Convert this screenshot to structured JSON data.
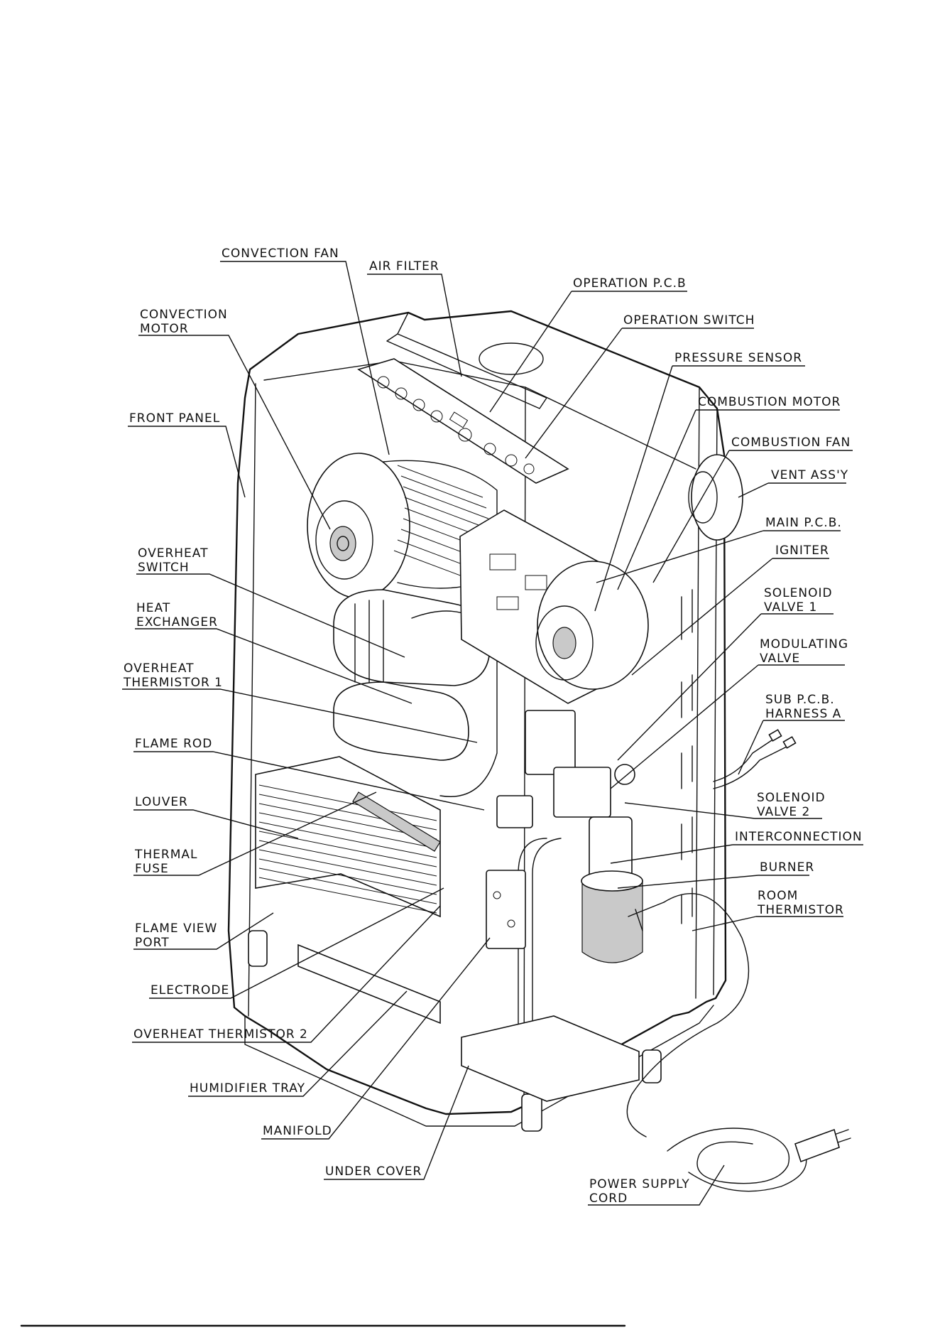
{
  "labels": [
    {
      "id": "convection-fan",
      "lines": [
        "CONVECTION FAN"
      ]
    },
    {
      "id": "air-filter",
      "lines": [
        "AIR FILTER"
      ]
    },
    {
      "id": "operation-pcb",
      "lines": [
        "OPERATION P.C.B"
      ]
    },
    {
      "id": "convection-motor",
      "lines": [
        "CONVECTION",
        "MOTOR"
      ]
    },
    {
      "id": "operation-switch",
      "lines": [
        "OPERATION SWITCH"
      ]
    },
    {
      "id": "pressure-sensor",
      "lines": [
        "PRESSURE SENSOR"
      ]
    },
    {
      "id": "front-panel",
      "lines": [
        "FRONT PANEL"
      ]
    },
    {
      "id": "combustion-motor",
      "lines": [
        "COMBUSTION MOTOR"
      ]
    },
    {
      "id": "combustion-fan",
      "lines": [
        "COMBUSTION FAN"
      ]
    },
    {
      "id": "vent-assy",
      "lines": [
        "VENT ASS'Y"
      ]
    },
    {
      "id": "main-pcb",
      "lines": [
        "MAIN P.C.B."
      ]
    },
    {
      "id": "overheat-switch",
      "lines": [
        "OVERHEAT",
        "SWITCH"
      ]
    },
    {
      "id": "igniter",
      "lines": [
        "IGNITER"
      ]
    },
    {
      "id": "solenoid-valve-1",
      "lines": [
        "SOLENOID",
        "VALVE 1"
      ]
    },
    {
      "id": "heat-exchanger",
      "lines": [
        "HEAT",
        "EXCHANGER"
      ]
    },
    {
      "id": "modulating-valve",
      "lines": [
        "MODULATING",
        "VALVE"
      ]
    },
    {
      "id": "overheat-thermistor-1",
      "lines": [
        "OVERHEAT",
        "THERMISTOR 1"
      ]
    },
    {
      "id": "sub-pcb-harness-a",
      "lines": [
        "SUB P.C.B.",
        "HARNESS A"
      ]
    },
    {
      "id": "flame-rod",
      "lines": [
        "FLAME ROD"
      ]
    },
    {
      "id": "louver",
      "lines": [
        "LOUVER"
      ]
    },
    {
      "id": "solenoid-valve-2",
      "lines": [
        "SOLENOID",
        "VALVE 2"
      ]
    },
    {
      "id": "interconnection",
      "lines": [
        "INTERCONNECTION"
      ]
    },
    {
      "id": "thermal-fuse",
      "lines": [
        "THERMAL",
        "FUSE"
      ]
    },
    {
      "id": "burner",
      "lines": [
        "BURNER"
      ]
    },
    {
      "id": "room-thermistor",
      "lines": [
        "ROOM",
        "THERMISTOR"
      ]
    },
    {
      "id": "flame-view-port",
      "lines": [
        "FLAME VIEW",
        "PORT"
      ]
    },
    {
      "id": "electrode",
      "lines": [
        "ELECTRODE"
      ]
    },
    {
      "id": "overheat-thermistor-2",
      "lines": [
        "OVERHEAT THERMISTOR 2"
      ]
    },
    {
      "id": "humidifier-tray",
      "lines": [
        "HUMIDIFIER TRAY"
      ]
    },
    {
      "id": "manifold",
      "lines": [
        "MANIFOLD"
      ]
    },
    {
      "id": "under-cover",
      "lines": [
        "UNDER COVER"
      ]
    },
    {
      "id": "power-supply-cord",
      "lines": [
        "POWER SUPPLY",
        "CORD"
      ]
    }
  ]
}
